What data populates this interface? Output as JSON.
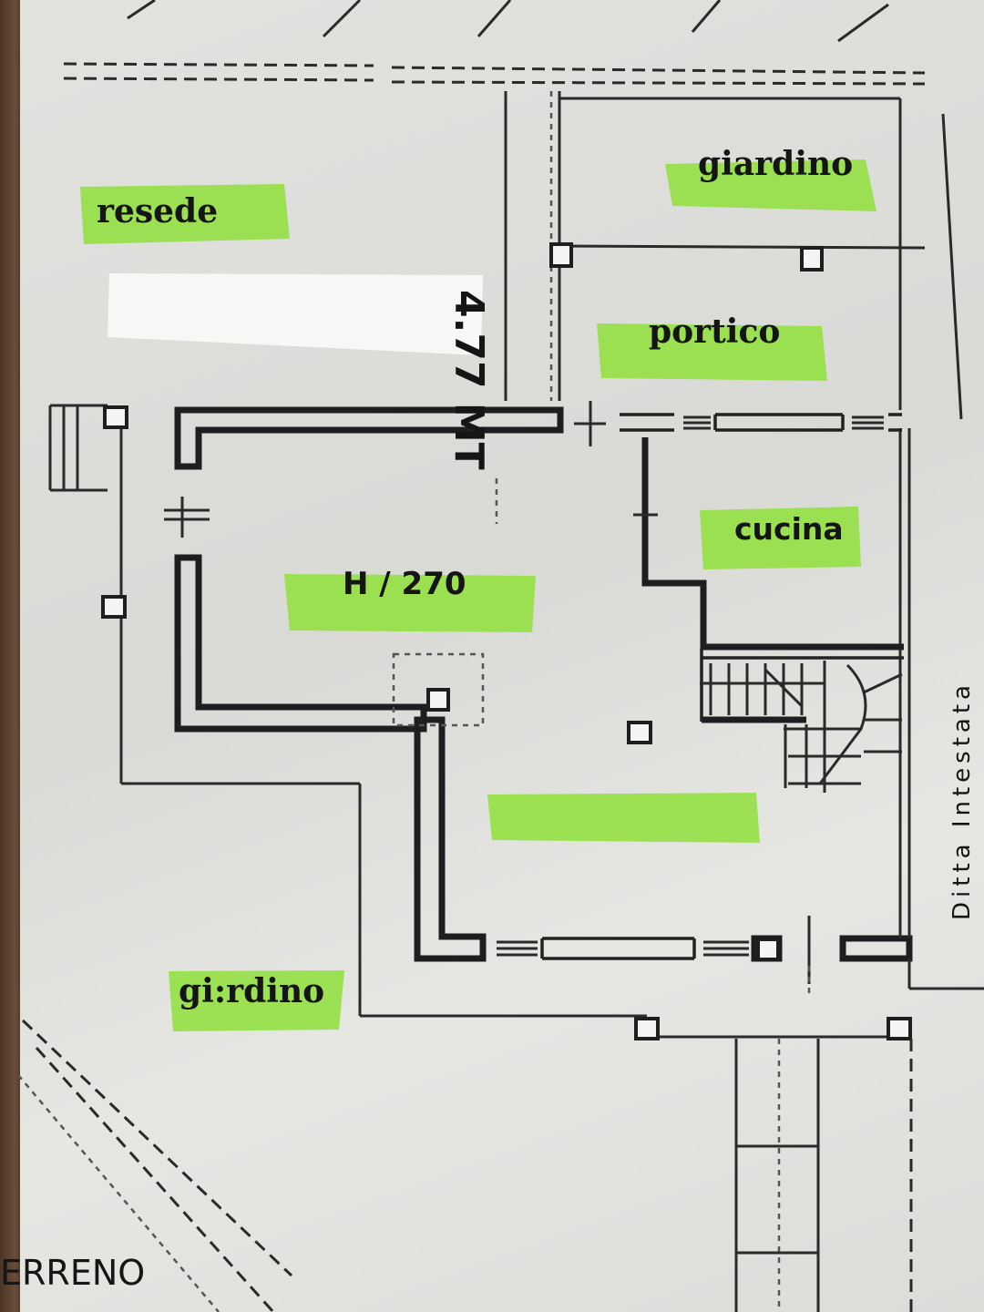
{
  "plan": {
    "rooms": {
      "resede": "resede",
      "giardino_top": "giardino",
      "portico": "portico",
      "cucina": "cucina",
      "soggiorno_height": "H / 270",
      "giardino_bottom": "gi:rdino"
    },
    "dimension": "4.77 MT",
    "neighbor_label": "Ditta Intestata",
    "floor_label": "ERRENO"
  },
  "colors": {
    "highlighter": "#8fe03a",
    "ink": "#1e1e1e",
    "paper": "#e0e0dd"
  }
}
